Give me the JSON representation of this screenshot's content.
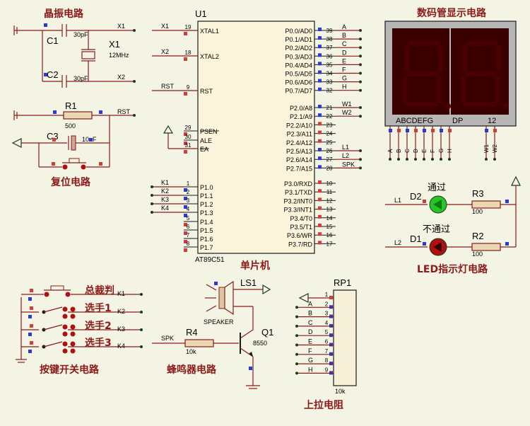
{
  "titles": {
    "crystal": "晶振电路",
    "reset": "复位电路",
    "display": "数码管显示电路",
    "led": "LED指示灯电路",
    "keys": "按键开关电路",
    "buzzer": "蜂鸣器电路",
    "pullup": "上拉电阻",
    "mcu": "单片机"
  },
  "mcu": {
    "ref": "U1",
    "part": "AT89C51",
    "left_pins": [
      {
        "num": "19",
        "name": "XTAL1",
        "net": "X1"
      },
      {
        "num": "18",
        "name": "XTAL2",
        "net": "X2"
      },
      {
        "num": "9",
        "name": "RST",
        "net": "RST"
      },
      {
        "num": "29",
        "name": "PSEN",
        "net": ""
      },
      {
        "num": "30",
        "name": "ALE",
        "net": ""
      },
      {
        "num": "31",
        "name": "EA",
        "net": ""
      },
      {
        "num": "1",
        "name": "P1.0",
        "net": "K1"
      },
      {
        "num": "2",
        "name": "P1.1",
        "net": "K2"
      },
      {
        "num": "3",
        "name": "P1.2",
        "net": "K3"
      },
      {
        "num": "4",
        "name": "P1.3",
        "net": "K4"
      },
      {
        "num": "5",
        "name": "P1.4",
        "net": ""
      },
      {
        "num": "6",
        "name": "P1.5",
        "net": ""
      },
      {
        "num": "7",
        "name": "P1.6",
        "net": ""
      },
      {
        "num": "8",
        "name": "P1.7",
        "net": ""
      }
    ],
    "right_pins": [
      {
        "num": "39",
        "name": "P0.0/AD0",
        "net": "A"
      },
      {
        "num": "38",
        "name": "P0.1/AD1",
        "net": "B"
      },
      {
        "num": "37",
        "name": "P0.2/AD2",
        "net": "C"
      },
      {
        "num": "36",
        "name": "P0.3/AD3",
        "net": "D"
      },
      {
        "num": "35",
        "name": "P0.4/AD4",
        "net": "E"
      },
      {
        "num": "34",
        "name": "P0.5/AD5",
        "net": "F"
      },
      {
        "num": "33",
        "name": "P0.6/AD6",
        "net": "G"
      },
      {
        "num": "32",
        "name": "P0.7/AD7",
        "net": "H"
      },
      {
        "num": "21",
        "name": "P2.0/A8",
        "net": "W1"
      },
      {
        "num": "22",
        "name": "P2.1/A9",
        "net": "W2"
      },
      {
        "num": "23",
        "name": "P2.2/A10",
        "net": ""
      },
      {
        "num": "24",
        "name": "P2.3/A11",
        "net": ""
      },
      {
        "num": "25",
        "name": "P2.4/A12",
        "net": ""
      },
      {
        "num": "26",
        "name": "P2.5/A13",
        "net": "L1"
      },
      {
        "num": "27",
        "name": "P2.6/A14",
        "net": "L2"
      },
      {
        "num": "28",
        "name": "P2.7/A15",
        "net": "SPK"
      },
      {
        "num": "10",
        "name": "P3.0/RXD",
        "net": ""
      },
      {
        "num": "11",
        "name": "P3.1/TXD",
        "net": ""
      },
      {
        "num": "12",
        "name": "P3.2/INT0",
        "net": ""
      },
      {
        "num": "13",
        "name": "P3.3/INT1",
        "net": ""
      },
      {
        "num": "14",
        "name": "P3.4/T0",
        "net": ""
      },
      {
        "num": "15",
        "name": "P3.5/T1",
        "net": ""
      },
      {
        "num": "16",
        "name": "P3.6/WR",
        "net": ""
      },
      {
        "num": "17",
        "name": "P3.7/RD",
        "net": ""
      }
    ]
  },
  "crystal": {
    "c1": "C1",
    "c1_val": "30pF",
    "c2": "C2",
    "c2_val": "30pF",
    "x1": "X1",
    "x1_val": "12MHz",
    "net1": "X1",
    "net2": "X2"
  },
  "reset": {
    "r1": "R1",
    "r1_val": "500",
    "c3": "C3",
    "c3_val": "10uF",
    "net": "RST"
  },
  "display": {
    "segments": "ABCDEFG",
    "dp": "DP",
    "digits": "12",
    "pins": [
      "A",
      "B",
      "C",
      "D",
      "E",
      "F",
      "G",
      "H",
      "W1",
      "W2"
    ]
  },
  "led": {
    "d2": "D2",
    "d2_label": "通过",
    "d2_net": "L1",
    "d2_color": "#27c427",
    "r3": "R3",
    "r3_val": "100",
    "d1": "D1",
    "d1_label": "不通过",
    "d1_net": "L2",
    "d1_color": "#b01010",
    "r2": "R2",
    "r2_val": "100"
  },
  "keys": [
    {
      "label": "总裁判",
      "net": "K1"
    },
    {
      "label": "选手1",
      "net": "K2"
    },
    {
      "label": "选手2",
      "net": "K3"
    },
    {
      "label": "选手3",
      "net": "K4"
    }
  ],
  "buzzer": {
    "ls": "LS1",
    "ls_part": "SPEAKER",
    "r4": "R4",
    "r4_val": "10k",
    "net": "SPK",
    "q1": "Q1",
    "q1_part": "8550"
  },
  "pullup": {
    "ref": "RP1",
    "val": "10k",
    "pins": [
      {
        "num": "1",
        "net": ""
      },
      {
        "num": "2",
        "net": "A"
      },
      {
        "num": "3",
        "net": "B"
      },
      {
        "num": "4",
        "net": "C"
      },
      {
        "num": "5",
        "net": "D"
      },
      {
        "num": "6",
        "net": "E"
      },
      {
        "num": "7",
        "net": "F"
      },
      {
        "num": "8",
        "net": "G"
      },
      {
        "num": "9",
        "net": "H"
      }
    ]
  },
  "colors": {
    "wire": "#8b1a1a",
    "title": "#8b1a1a",
    "chip": "#fcf5dc",
    "display_bg": "#b7b7b7",
    "display_seg": "#4a0000"
  }
}
